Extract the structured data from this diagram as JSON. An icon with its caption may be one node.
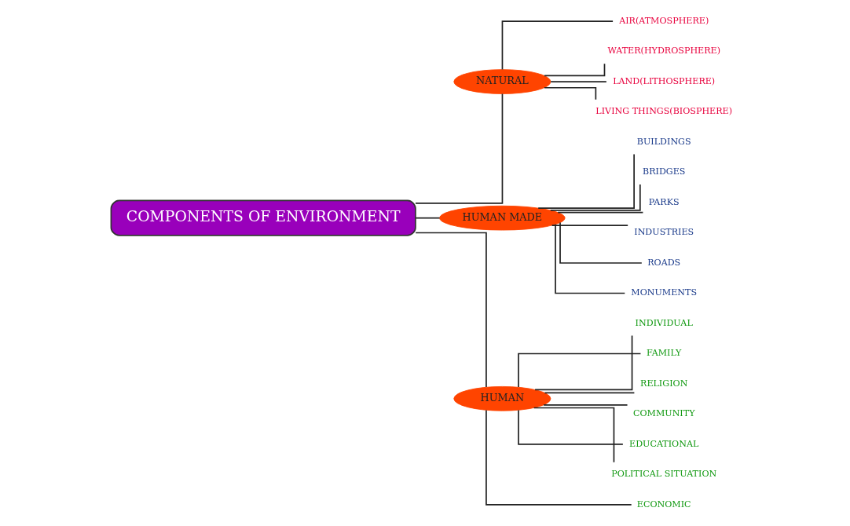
{
  "diagram": {
    "nodes": [
      {
        "text": [
          "COMPONENTS OF ENVIRONMENT"
        ]
      },
      {
        "text": [
          "NATURAL"
        ]
      },
      {
        "text": [
          "AIR(ATMOSPHERE)"
        ]
      },
      {
        "text": [
          "WATER(HYDROSPHERE)"
        ]
      },
      {
        "text": [
          "LAND(LITHOSPHERE)"
        ]
      },
      {
        "text": [
          "LIVING THINGS(BIOSPHERE)"
        ]
      },
      {
        "text": [
          "HUMAN MADE"
        ]
      },
      {
        "text": [
          "BUILDINGS"
        ]
      },
      {
        "text": [
          "BRIDGES"
        ]
      },
      {
        "text": [
          "PARKS"
        ]
      },
      {
        "text": [
          "INDUSTRIES"
        ]
      },
      {
        "text": [
          "ROADS"
        ]
      },
      {
        "text": [
          "MONUMENTS"
        ]
      },
      {
        "text": [
          "HUMAN"
        ]
      },
      {
        "text": [
          "INDIVIDUAL"
        ]
      },
      {
        "text": [
          "FAMILY"
        ]
      },
      {
        "text": [
          "RELIGION"
        ]
      },
      {
        "text": [
          "COMMUNITY"
        ]
      },
      {
        "text": [
          "EDUCATIONAL"
        ]
      },
      {
        "text": [
          "POLITICAL SITUATION"
        ]
      },
      {
        "text": [
          "ECONOMIC"
        ]
      }
    ],
    "edges": [
      {
        "from": 0,
        "to": 1,
        "arrow": "none"
      },
      {
        "from": 0,
        "to": 6,
        "arrow": "none"
      },
      {
        "from": 0,
        "to": 13,
        "arrow": "none"
      },
      {
        "from": 1,
        "to": 2,
        "arrow": "none"
      },
      {
        "from": 1,
        "to": 3,
        "arrow": "none"
      },
      {
        "from": 1,
        "to": 4,
        "arrow": "none"
      },
      {
        "from": 1,
        "to": 5,
        "arrow": "none"
      },
      {
        "from": 6,
        "to": 7,
        "arrow": "none"
      },
      {
        "from": 6,
        "to": 8,
        "arrow": "none"
      },
      {
        "from": 6,
        "to": 9,
        "arrow": "none"
      },
      {
        "from": 6,
        "to": 10,
        "arrow": "none"
      },
      {
        "from": 6,
        "to": 11,
        "arrow": "none"
      },
      {
        "from": 6,
        "to": 12,
        "arrow": "none"
      },
      {
        "from": 13,
        "to": 14,
        "arrow": "none"
      },
      {
        "from": 13,
        "to": 15,
        "arrow": "none"
      },
      {
        "from": 13,
        "to": 16,
        "arrow": "none"
      },
      {
        "from": 13,
        "to": 17,
        "arrow": "none"
      },
      {
        "from": 13,
        "to": 18,
        "arrow": "none"
      },
      {
        "from": 13,
        "to": 19,
        "arrow": "none"
      },
      {
        "from": 13,
        "to": 20,
        "arrow": "none"
      }
    ]
  }
}
